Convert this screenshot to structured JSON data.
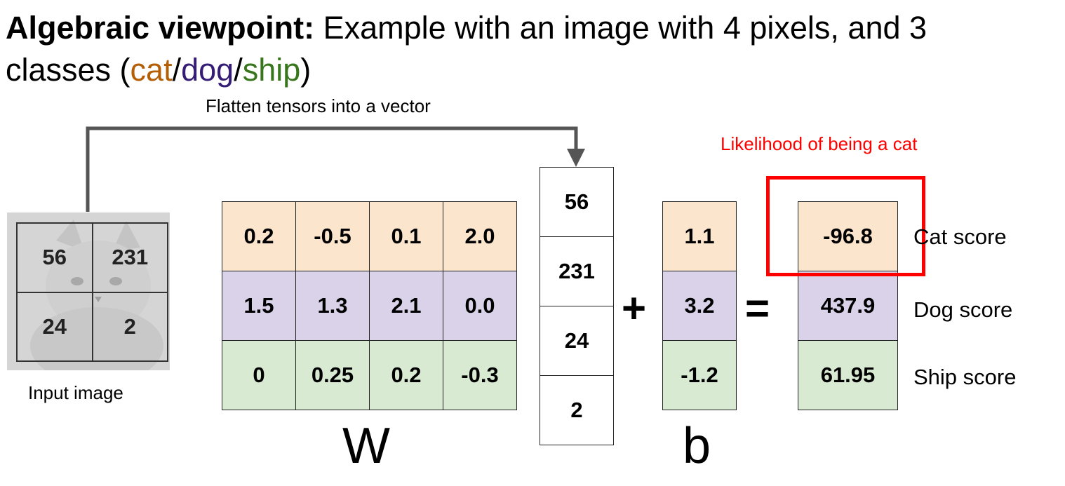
{
  "title": {
    "bold": "Algebraic viewpoint:",
    "rest": " Example with an image with 4 pixels, and 3",
    "line2_prefix": "classes (",
    "cat": "cat",
    "sep1": "/",
    "dog": "dog",
    "sep2": "/",
    "ship": "ship",
    "line2_suffix": ")"
  },
  "colors": {
    "cat": "#b45f06",
    "dog": "#351c75",
    "ship": "#38761d",
    "cat_row": "#fce5cd",
    "dog_row": "#d9d2e9",
    "ship_row": "#d9ead3",
    "highlight": "#ff0000"
  },
  "flatten_label": "Flatten tensors into a vector",
  "likelihood_label": "Likelihood of being a cat",
  "input_image": {
    "label": "Input image",
    "pixels": [
      "56",
      "231",
      "24",
      "2"
    ]
  },
  "W": {
    "label": "W",
    "rows": [
      [
        "0.2",
        "-0.5",
        "0.1",
        "2.0"
      ],
      [
        "1.5",
        "1.3",
        "2.1",
        "0.0"
      ],
      [
        "0",
        "0.25",
        "0.2",
        "-0.3"
      ]
    ]
  },
  "x_vector": [
    "56",
    "231",
    "24",
    "2"
  ],
  "plus": "+",
  "b": {
    "label": "b",
    "values": [
      "1.1",
      "3.2",
      "-1.2"
    ]
  },
  "equals": "=",
  "scores": {
    "values": [
      "-96.8",
      "437.9",
      "61.95"
    ],
    "labels": [
      "Cat score",
      "Dog score",
      "Ship score"
    ]
  }
}
